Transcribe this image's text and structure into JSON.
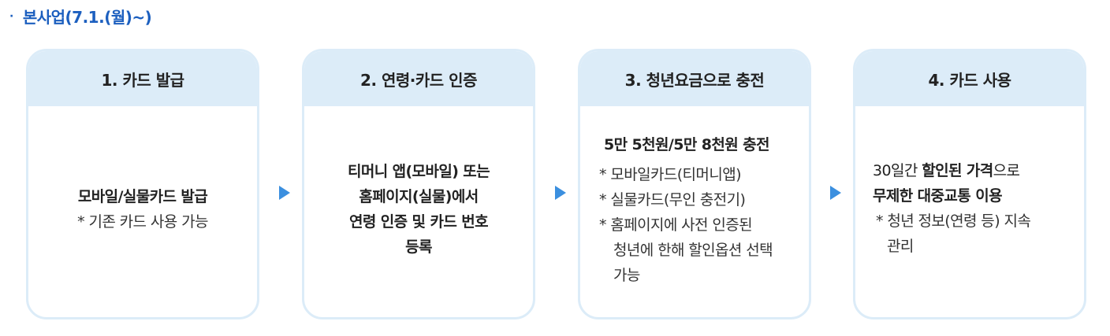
{
  "heading": {
    "bullet": "·",
    "text": "본사업(7.1.(월)~)"
  },
  "steps": [
    {
      "title": "1. 카드 발급",
      "main": "모바일/실물카드 발급",
      "note": "* 기존 카드 사용 가능"
    },
    {
      "title": "2. 연령·카드 인증",
      "lines": [
        "티머니 앱(모바일) 또는",
        "홈페이지(실물)에서",
        "연령 인증 및 카드 번호",
        "등록"
      ]
    },
    {
      "title": "3. 청년요금으로 충전",
      "main": "5만 5천원/5만 8천원 충전",
      "notes": [
        "* 모바일카드(티머니앱)",
        "* 실물카드(무인 충전기)",
        "* 홈페이지에 사전 인증된",
        "청년에 한해 할인옵션 선택",
        "가능"
      ]
    },
    {
      "title": "4. 카드 사용",
      "line1_pre": "30일간 ",
      "line1_bold": "할인된 가격",
      "line1_post": "으로",
      "line2": "무제한 대중교통 이용",
      "notes": [
        "* 청년 정보(연령 등) 지속",
        "관리"
      ]
    }
  ],
  "colors": {
    "accent": "#1c5fbf",
    "card_header": "#dcecf8",
    "arrow": "#3b8fdf"
  },
  "icons": {
    "arrow": "triangle-right-icon"
  }
}
